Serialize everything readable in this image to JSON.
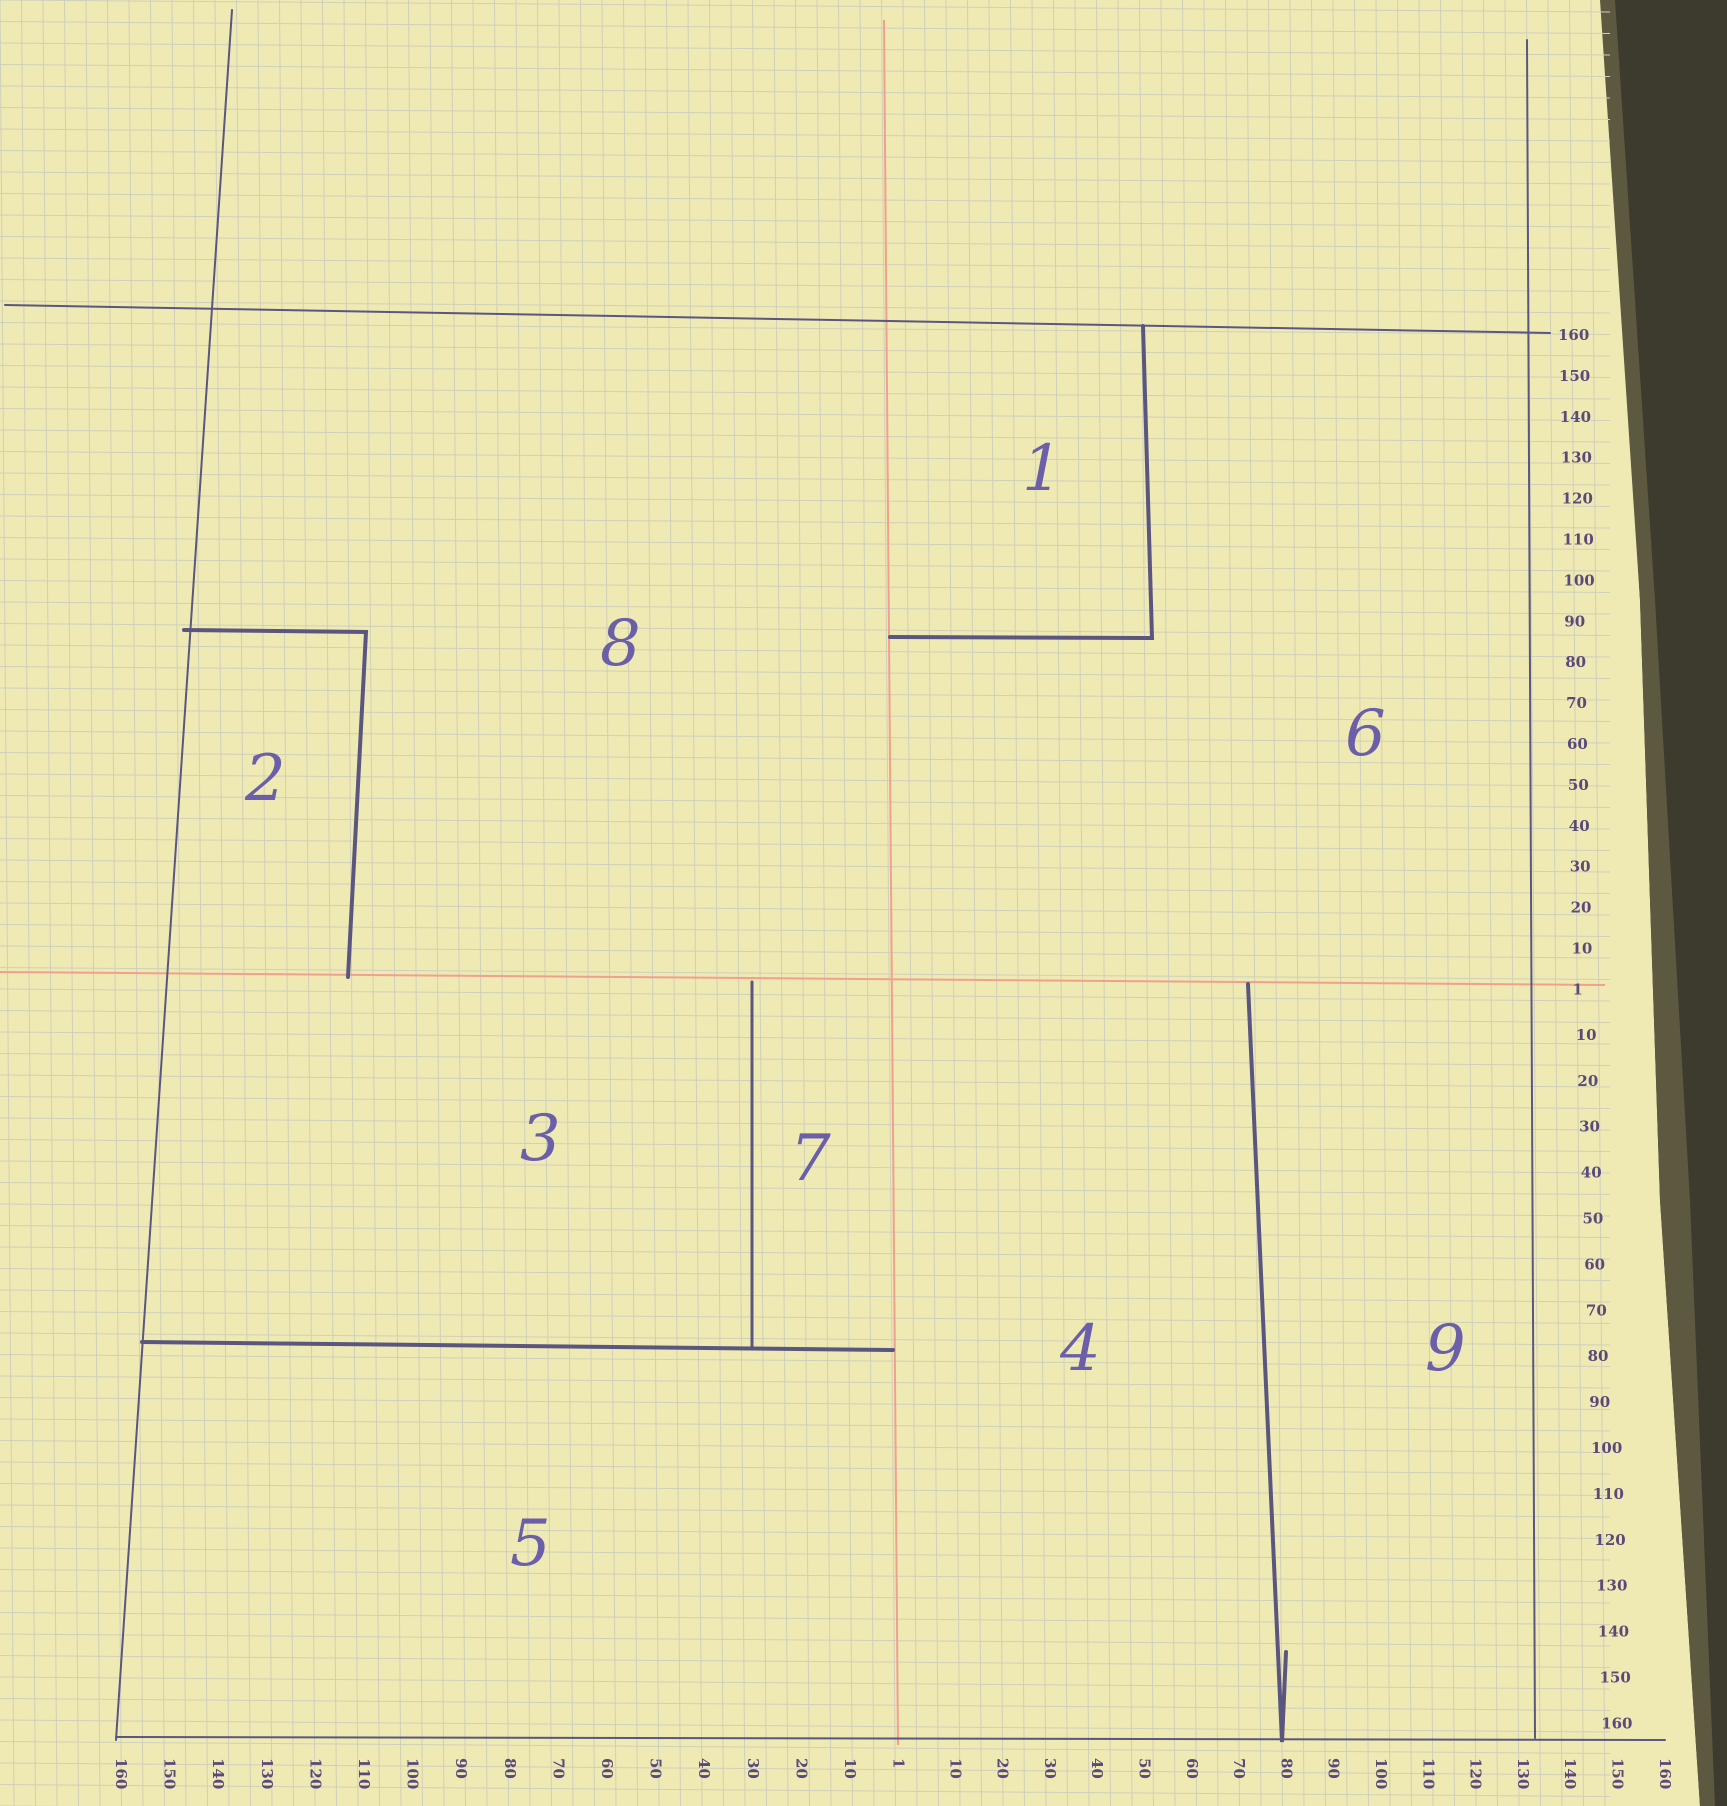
{
  "sheet": {
    "paper_color": "#efe9b4",
    "grid_color": "#cfd0bb",
    "axis_color": "#f2a08e",
    "pencil_color": "#5a5680",
    "binder_color": "#3d3a2e"
  },
  "right_scale_labels": [
    "160",
    "150",
    "140",
    "130",
    "120",
    "110",
    "100",
    "90",
    "80",
    "70",
    "60",
    "50",
    "40",
    "30",
    "20",
    "10",
    "1",
    "10",
    "20",
    "30",
    "40",
    "50",
    "60",
    "70",
    "80",
    "90",
    "100",
    "110",
    "120",
    "130",
    "140",
    "150",
    "160"
  ],
  "bottom_scale_labels": [
    "160",
    "150",
    "140",
    "130",
    "120",
    "110",
    "100",
    "90",
    "80",
    "70",
    "60",
    "50",
    "40",
    "30",
    "20",
    "10",
    "1",
    "10",
    "20",
    "30",
    "40",
    "50",
    "60",
    "70",
    "80",
    "90",
    "100",
    "110",
    "120",
    "130",
    "140",
    "150",
    "160"
  ],
  "regions": [
    {
      "label": "1"
    },
    {
      "label": "2"
    },
    {
      "label": "3"
    },
    {
      "label": "4"
    },
    {
      "label": "5"
    },
    {
      "label": "6"
    },
    {
      "label": "7"
    },
    {
      "label": "8"
    },
    {
      "label": "9"
    }
  ]
}
